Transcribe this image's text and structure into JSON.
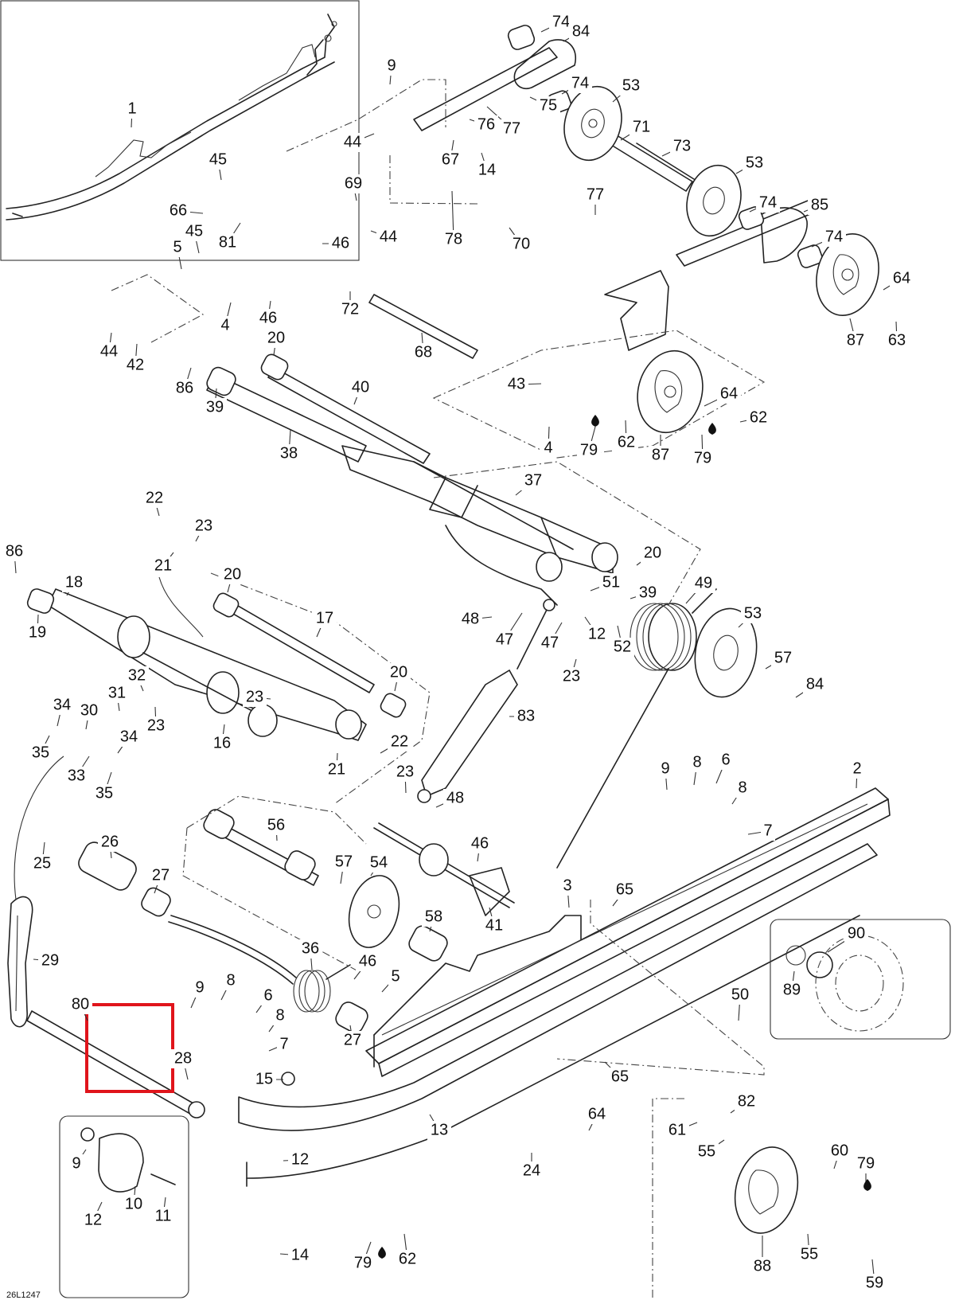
{
  "drawing": {
    "number": "26L1247"
  },
  "colors": {
    "highlight": "#e0141b",
    "line": "#222222"
  },
  "icons": {
    "lubricant": "oil-drop-icon"
  },
  "parts": [
    {
      "id": "74"
    },
    {
      "id": "84"
    },
    {
      "id": "9"
    },
    {
      "id": "74"
    },
    {
      "id": "53"
    },
    {
      "id": "75"
    },
    {
      "id": "1"
    },
    {
      "id": "76"
    },
    {
      "id": "77"
    },
    {
      "id": "71"
    },
    {
      "id": "44"
    },
    {
      "id": "73"
    },
    {
      "id": "67"
    },
    {
      "id": "14"
    },
    {
      "id": "53"
    },
    {
      "id": "45"
    },
    {
      "id": "69"
    },
    {
      "id": "77"
    },
    {
      "id": "74"
    },
    {
      "id": "85"
    },
    {
      "id": "66"
    },
    {
      "id": "45"
    },
    {
      "id": "81"
    },
    {
      "id": "46"
    },
    {
      "id": "44"
    },
    {
      "id": "78"
    },
    {
      "id": "70"
    },
    {
      "id": "74"
    },
    {
      "id": "5"
    },
    {
      "id": "64"
    },
    {
      "id": "72"
    },
    {
      "id": "4"
    },
    {
      "id": "46"
    },
    {
      "id": "44"
    },
    {
      "id": "42"
    },
    {
      "id": "68"
    },
    {
      "id": "87"
    },
    {
      "id": "63"
    },
    {
      "id": "20"
    },
    {
      "id": "40"
    },
    {
      "id": "86"
    },
    {
      "id": "39"
    },
    {
      "id": "43"
    },
    {
      "id": "64"
    },
    {
      "id": "62"
    },
    {
      "id": "4"
    },
    {
      "id": "79"
    },
    {
      "id": "62"
    },
    {
      "id": "87"
    },
    {
      "id": "79"
    },
    {
      "id": "38"
    },
    {
      "id": "37"
    },
    {
      "id": "22"
    },
    {
      "id": "23"
    },
    {
      "id": "21"
    },
    {
      "id": "86"
    },
    {
      "id": "18"
    },
    {
      "id": "20"
    },
    {
      "id": "20"
    },
    {
      "id": "49"
    },
    {
      "id": "51"
    },
    {
      "id": "39"
    },
    {
      "id": "53"
    },
    {
      "id": "19"
    },
    {
      "id": "17"
    },
    {
      "id": "48"
    },
    {
      "id": "47"
    },
    {
      "id": "12"
    },
    {
      "id": "47"
    },
    {
      "id": "52"
    },
    {
      "id": "23"
    },
    {
      "id": "57"
    },
    {
      "id": "84"
    },
    {
      "id": "20"
    },
    {
      "id": "32"
    },
    {
      "id": "31"
    },
    {
      "id": "23"
    },
    {
      "id": "34"
    },
    {
      "id": "30"
    },
    {
      "id": "23"
    },
    {
      "id": "83"
    },
    {
      "id": "35"
    },
    {
      "id": "16"
    },
    {
      "id": "34"
    },
    {
      "id": "22"
    },
    {
      "id": "33"
    },
    {
      "id": "21"
    },
    {
      "id": "35"
    },
    {
      "id": "23"
    },
    {
      "id": "48"
    },
    {
      "id": "9"
    },
    {
      "id": "8"
    },
    {
      "id": "6"
    },
    {
      "id": "8"
    },
    {
      "id": "2"
    },
    {
      "id": "56"
    },
    {
      "id": "7"
    },
    {
      "id": "25"
    },
    {
      "id": "26"
    },
    {
      "id": "46"
    },
    {
      "id": "57"
    },
    {
      "id": "54"
    },
    {
      "id": "27"
    },
    {
      "id": "3"
    },
    {
      "id": "65"
    },
    {
      "id": "58"
    },
    {
      "id": "41"
    },
    {
      "id": "90"
    },
    {
      "id": "29"
    },
    {
      "id": "36"
    },
    {
      "id": "46"
    },
    {
      "id": "9"
    },
    {
      "id": "8"
    },
    {
      "id": "5"
    },
    {
      "id": "89"
    },
    {
      "id": "80"
    },
    {
      "id": "6"
    },
    {
      "id": "50"
    },
    {
      "id": "8"
    },
    {
      "id": "27"
    },
    {
      "id": "7"
    },
    {
      "id": "28"
    },
    {
      "id": "15"
    },
    {
      "id": "65"
    },
    {
      "id": "82"
    },
    {
      "id": "64"
    },
    {
      "id": "61"
    },
    {
      "id": "13"
    },
    {
      "id": "55"
    },
    {
      "id": "24"
    },
    {
      "id": "60"
    },
    {
      "id": "79"
    },
    {
      "id": "9"
    },
    {
      "id": "12"
    },
    {
      "id": "10"
    },
    {
      "id": "12"
    },
    {
      "id": "11"
    },
    {
      "id": "14"
    },
    {
      "id": "79"
    },
    {
      "id": "62"
    },
    {
      "id": "88"
    },
    {
      "id": "55"
    },
    {
      "id": "59"
    }
  ]
}
